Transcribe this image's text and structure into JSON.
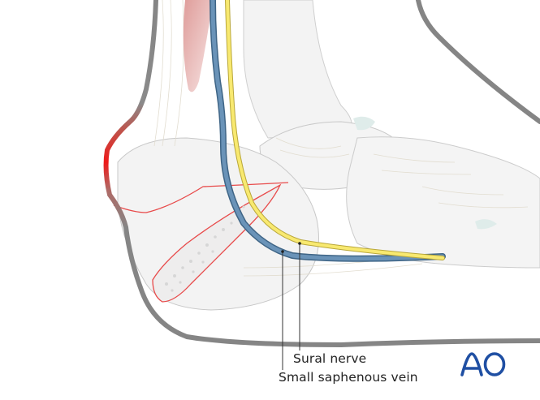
{
  "figure": {
    "type": "anatomical illustration",
    "subject": "Lateral view of hindfoot/ankle showing calcaneus fracture line and course of posterior lateral structures",
    "labels": {
      "sural_nerve": "Sural nerve",
      "small_saphenous_vein": "Small saphenous vein"
    },
    "logo": {
      "text": "AO",
      "color": "#1f4fa3"
    },
    "colors": {
      "skin_outline": "#858585",
      "skin_highlight": "#e8141c",
      "nerve": "#f5e46a",
      "vein": "#5b87ad",
      "fracture_outline": "#e84a4a",
      "bone": "#f2f2f2",
      "muscle": "#e9b5b3"
    }
  }
}
